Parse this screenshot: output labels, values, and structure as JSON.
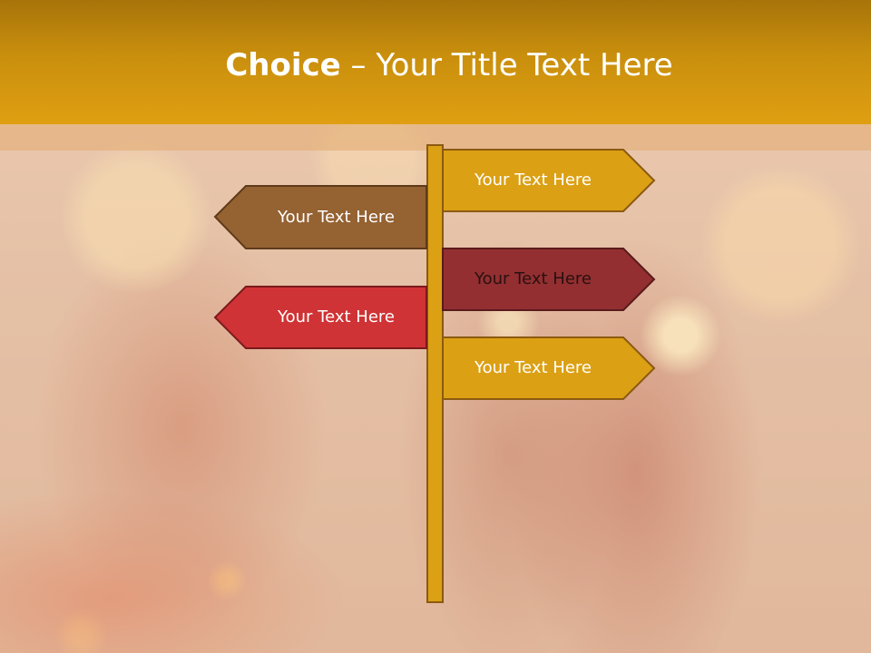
{
  "slide": {
    "title_bold": "Choice",
    "title_rest": " – Your Title Text Here"
  },
  "signs": [
    {
      "label": "Your Text Here",
      "direction": "right",
      "fill": "#dca014",
      "text_color": "#ffffff"
    },
    {
      "label": "Your Text Here",
      "direction": "left",
      "fill": "#956232",
      "text_color": "#ffffff"
    },
    {
      "label": "Your Text Here",
      "direction": "right",
      "fill": "#932f31",
      "text_color": "#2a1010"
    },
    {
      "label": "Your Text Here",
      "direction": "left",
      "fill": "#d03335",
      "text_color": "#ffffff"
    },
    {
      "label": "Your Text Here",
      "direction": "right",
      "fill": "#dca014",
      "text_color": "#ffffff"
    }
  ],
  "colors": {
    "header": "#c98f0d",
    "post": "#dca014",
    "outline": "#8b5a12"
  }
}
